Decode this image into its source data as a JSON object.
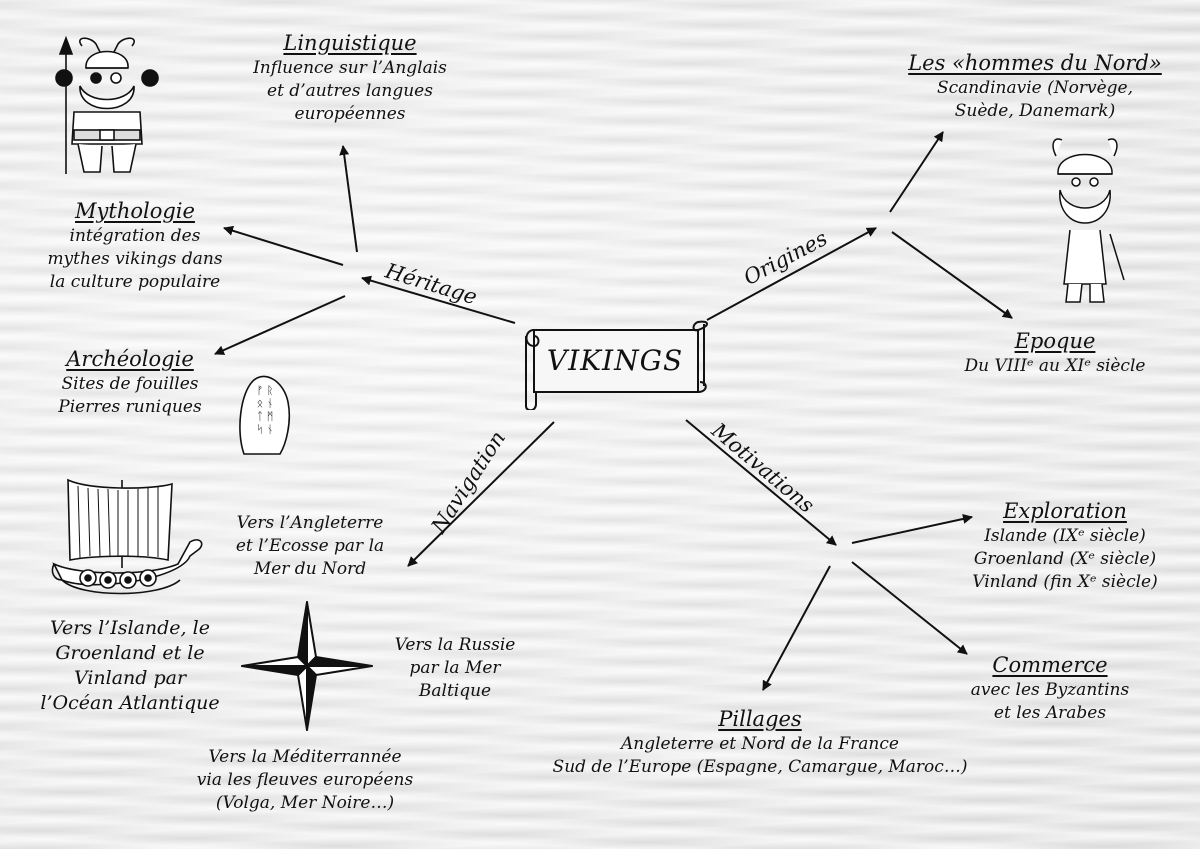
{
  "center": {
    "title": "VIKINGS"
  },
  "branches": {
    "heritage": "Héritage",
    "origins": "Origines",
    "navigation": "Navigation",
    "motivations": "Motivations"
  },
  "nodes": {
    "linguistique": {
      "title": "Linguistique",
      "lines": [
        "Influence sur l’Anglais",
        "et d’autres langues",
        "européennes"
      ]
    },
    "mythologie": {
      "title": "Mythologie",
      "lines": [
        "intégration des",
        "mythes vikings dans",
        "la culture populaire"
      ]
    },
    "archeologie": {
      "title": "Archéologie",
      "lines": [
        "Sites de fouilles",
        "Pierres runiques"
      ]
    },
    "hommes_nord": {
      "title": "Les «hommes du Nord»",
      "lines": [
        "Scandinavie (Norvège,",
        "Suède, Danemark)"
      ]
    },
    "epoque": {
      "title": "Epoque",
      "lines": [
        "Du VIIIᵉ au XIᵉ siècle"
      ]
    },
    "exploration": {
      "title": "Exploration",
      "lines": [
        "Islande (IXᵉ siècle)",
        "Groenland (Xᵉ siècle)",
        "Vinland (fin Xᵉ siècle)"
      ]
    },
    "commerce": {
      "title": "Commerce",
      "lines": [
        "avec les Byzantins",
        "et les Arabes"
      ]
    },
    "pillages": {
      "title": "Pillages",
      "lines": [
        "Angleterre et Nord de la France",
        "Sud de l’Europe (Espagne, Camargue, Maroc…)"
      ]
    }
  },
  "navigation": {
    "north": [
      "Vers l’Angleterre",
      "et l’Ecosse par la",
      "Mer du Nord"
    ],
    "west": [
      "Vers l’Islande, le",
      "Groenland et le",
      "Vinland par",
      "l’Océan Atlantique"
    ],
    "east": [
      "Vers la Russie",
      "par la Mer",
      "Baltique"
    ],
    "south": [
      "Vers la Méditerrannée",
      "via les fleuves européens",
      "(Volga, Mer Noire…)"
    ]
  },
  "runes": [
    "ᚠ",
    "ᚱ",
    "ᛟ",
    "ᚾ",
    "ᛏ",
    "ᛗ",
    "ᛋ"
  ]
}
